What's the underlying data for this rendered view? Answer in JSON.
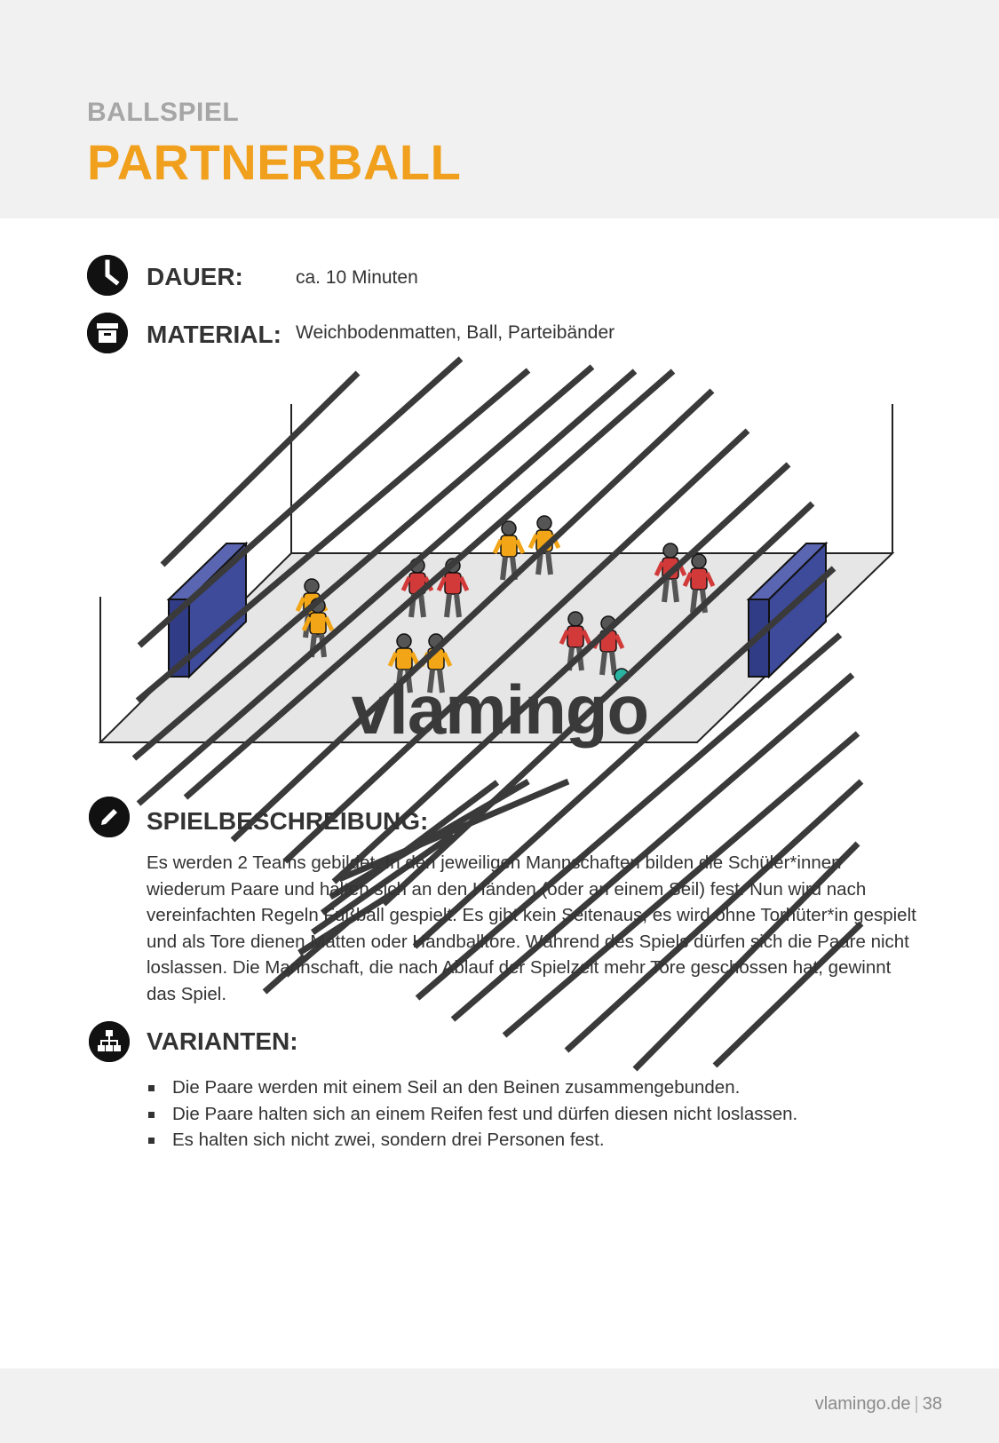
{
  "header": {
    "category": "BALLSPIEL",
    "title": "PARTNERBALL"
  },
  "info": {
    "duration_label": "DAUER:",
    "duration_value": "ca. 10 Minuten",
    "material_label": "MATERIAL:",
    "material_value": "Weichbodenmatten, Ball, Parteibänder"
  },
  "illustration": {
    "watermark": "vlamingo"
  },
  "description": {
    "heading": "SPIELBESCHREIBUNG:",
    "text": "Es werden 2 Teams gebildet. In den jeweiligen Mannschaften bilden die Schüler*innen wiederum Paare und halten sich an den Händen (oder an einem Seil) fest. Nun wird nach vereinfachten Regeln Fußball gespielt. Es gibt kein Seitenaus, es wird ohne Torhüter*in gespielt und als Tore dienen Matten oder Handballtore. Während des Spiels dürfen sich die Paare nicht loslassen. Die Mannschaft, die nach Ablauf der Spielzeit mehr Tore geschossen hat, gewinnt das Spiel."
  },
  "variants": {
    "heading": "VARIANTEN:",
    "items": [
      "Die Paare werden mit einem Seil an den Beinen zusammengebunden.",
      "Die Paare halten sich an einem Reifen fest und dürfen diesen nicht loslassen.",
      "Es halten sich nicht zwei, sondern drei Personen fest."
    ]
  },
  "footer": {
    "site": "vlamingo.de",
    "page": "38"
  },
  "colors": {
    "accent": "#f0a01c",
    "kicker": "#a6a6a6",
    "team_yellow": "#f2a516",
    "team_red": "#d23a3a",
    "goal_mat": "#3e4a9a"
  }
}
